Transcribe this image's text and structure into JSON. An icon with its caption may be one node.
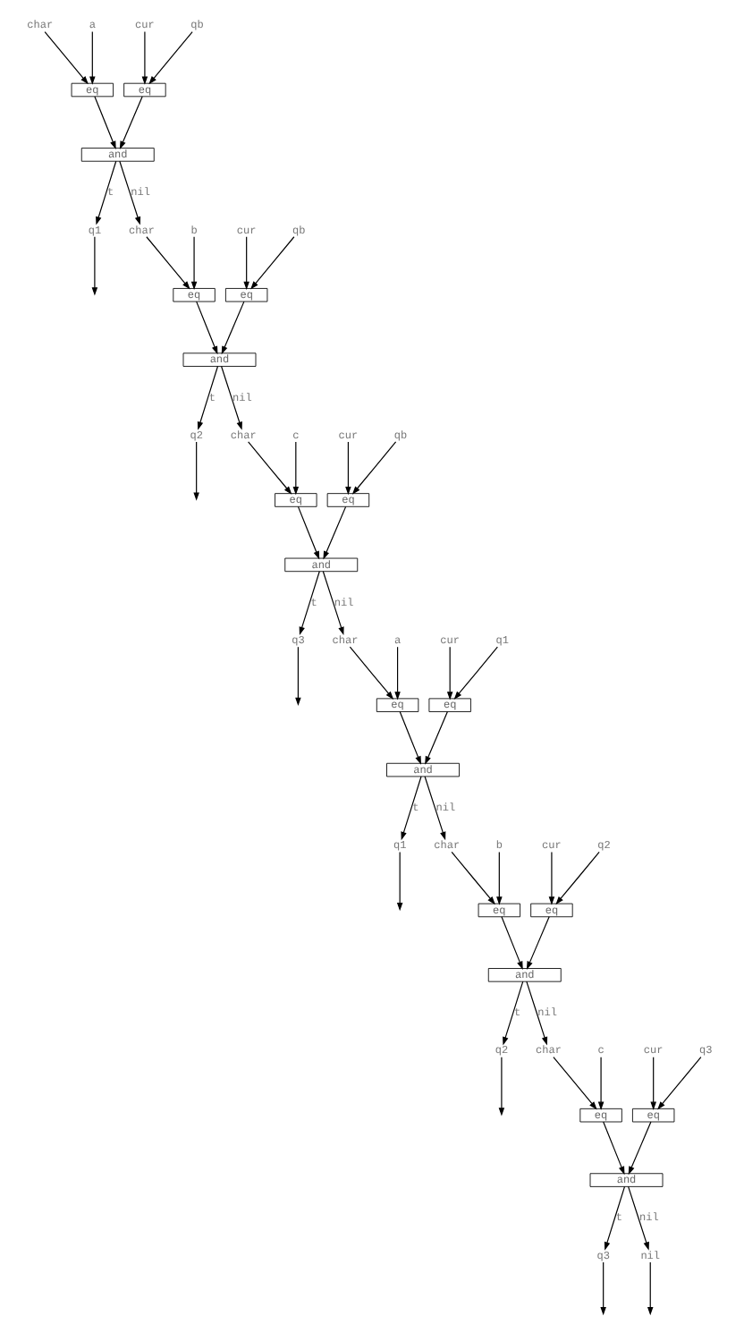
{
  "diagram": {
    "nodes": [
      {
        "text": [
          "char"
        ]
      },
      {
        "text": [
          "a"
        ]
      },
      {
        "text": [
          "cur"
        ]
      },
      {
        "text": [
          "qb"
        ]
      },
      {
        "text": [
          "eq"
        ]
      },
      {
        "text": [
          "eq"
        ]
      },
      {
        "text": [
          "and"
        ]
      },
      {
        "text": [
          "q1"
        ]
      },
      {
        "text": [
          "char"
        ]
      },
      {
        "text": [
          "b"
        ]
      },
      {
        "text": [
          "cur"
        ]
      },
      {
        "text": [
          "qb"
        ]
      },
      {
        "text": [
          "eq"
        ]
      },
      {
        "text": [
          "eq"
        ]
      },
      {
        "text": [
          "and"
        ]
      },
      {
        "text": [
          "q2"
        ]
      },
      {
        "text": [
          "char"
        ]
      },
      {
        "text": [
          "c"
        ]
      },
      {
        "text": [
          "cur"
        ]
      },
      {
        "text": [
          "qb"
        ]
      },
      {
        "text": [
          "eq"
        ]
      },
      {
        "text": [
          "eq"
        ]
      },
      {
        "text": [
          "and"
        ]
      },
      {
        "text": [
          "q3"
        ]
      },
      {
        "text": [
          "char"
        ]
      },
      {
        "text": [
          "a"
        ]
      },
      {
        "text": [
          "cur"
        ]
      },
      {
        "text": [
          "q1"
        ]
      },
      {
        "text": [
          "eq"
        ]
      },
      {
        "text": [
          "eq"
        ]
      },
      {
        "text": [
          "and"
        ]
      },
      {
        "text": [
          "q1"
        ]
      },
      {
        "text": [
          "char"
        ]
      },
      {
        "text": [
          "b"
        ]
      },
      {
        "text": [
          "cur"
        ]
      },
      {
        "text": [
          "q2"
        ]
      },
      {
        "text": [
          "eq"
        ]
      },
      {
        "text": [
          "eq"
        ]
      },
      {
        "text": [
          "and"
        ]
      },
      {
        "text": [
          "q2"
        ]
      },
      {
        "text": [
          "char"
        ]
      },
      {
        "text": [
          "c"
        ]
      },
      {
        "text": [
          "cur"
        ]
      },
      {
        "text": [
          "q3"
        ]
      },
      {
        "text": [
          "eq"
        ]
      },
      {
        "text": [
          "eq"
        ]
      },
      {
        "text": [
          "and"
        ]
      },
      {
        "text": [
          "q3"
        ]
      },
      {
        "text": [
          "nil"
        ]
      }
    ],
    "edges": [
      {
        "from": 0,
        "to": 4,
        "arrow": "to"
      },
      {
        "from": 1,
        "to": 4,
        "arrow": "to"
      },
      {
        "from": 2,
        "to": 5,
        "arrow": "to"
      },
      {
        "from": 3,
        "to": 5,
        "arrow": "to"
      },
      {
        "from": 4,
        "to": 6,
        "arrow": "to"
      },
      {
        "from": 5,
        "to": 6,
        "arrow": "to"
      },
      {
        "from": 6,
        "to": 7,
        "arrow": "to",
        "label": "t"
      },
      {
        "from": 7,
        "to": null,
        "arrow": "to"
      },
      {
        "from": 6,
        "to": 8,
        "arrow": "to",
        "label": "nil"
      },
      {
        "from": 8,
        "to": 12,
        "arrow": "to"
      },
      {
        "from": 9,
        "to": 12,
        "arrow": "to"
      },
      {
        "from": 10,
        "to": 13,
        "arrow": "to"
      },
      {
        "from": 11,
        "to": 13,
        "arrow": "to"
      },
      {
        "from": 12,
        "to": 14,
        "arrow": "to"
      },
      {
        "from": 13,
        "to": 14,
        "arrow": "to"
      },
      {
        "from": 14,
        "to": 15,
        "arrow": "to",
        "label": "t"
      },
      {
        "from": 15,
        "to": null,
        "arrow": "to"
      },
      {
        "from": 14,
        "to": 16,
        "arrow": "to",
        "label": "nil"
      },
      {
        "from": 16,
        "to": 20,
        "arrow": "to"
      },
      {
        "from": 17,
        "to": 20,
        "arrow": "to"
      },
      {
        "from": 18,
        "to": 21,
        "arrow": "to"
      },
      {
        "from": 19,
        "to": 21,
        "arrow": "to"
      },
      {
        "from": 20,
        "to": 22,
        "arrow": "to"
      },
      {
        "from": 21,
        "to": 22,
        "arrow": "to"
      },
      {
        "from": 22,
        "to": 23,
        "arrow": "to",
        "label": "t"
      },
      {
        "from": 23,
        "to": null,
        "arrow": "to"
      },
      {
        "from": 22,
        "to": 24,
        "arrow": "to",
        "label": "nil"
      },
      {
        "from": 24,
        "to": 28,
        "arrow": "to"
      },
      {
        "from": 25,
        "to": 28,
        "arrow": "to"
      },
      {
        "from": 26,
        "to": 29,
        "arrow": "to"
      },
      {
        "from": 27,
        "to": 29,
        "arrow": "to"
      },
      {
        "from": 28,
        "to": 30,
        "arrow": "to"
      },
      {
        "from": 29,
        "to": 30,
        "arrow": "to"
      },
      {
        "from": 30,
        "to": 31,
        "arrow": "to",
        "label": "t"
      },
      {
        "from": 31,
        "to": null,
        "arrow": "to"
      },
      {
        "from": 30,
        "to": 32,
        "arrow": "to",
        "label": "nil"
      },
      {
        "from": 32,
        "to": 36,
        "arrow": "to"
      },
      {
        "from": 33,
        "to": 36,
        "arrow": "to"
      },
      {
        "from": 34,
        "to": 37,
        "arrow": "to"
      },
      {
        "from": 35,
        "to": 37,
        "arrow": "to"
      },
      {
        "from": 36,
        "to": 38,
        "arrow": "to"
      },
      {
        "from": 37,
        "to": 38,
        "arrow": "to"
      },
      {
        "from": 38,
        "to": 39,
        "arrow": "to",
        "label": "t"
      },
      {
        "from": 39,
        "to": null,
        "arrow": "to"
      },
      {
        "from": 38,
        "to": 40,
        "arrow": "to",
        "label": "nil"
      },
      {
        "from": 40,
        "to": 44,
        "arrow": "to"
      },
      {
        "from": 41,
        "to": 44,
        "arrow": "to"
      },
      {
        "from": 42,
        "to": 45,
        "arrow": "to"
      },
      {
        "from": 43,
        "to": 45,
        "arrow": "to"
      },
      {
        "from": 44,
        "to": 46,
        "arrow": "to"
      },
      {
        "from": 45,
        "to": 46,
        "arrow": "to"
      },
      {
        "from": 46,
        "to": 47,
        "arrow": "to",
        "label": "t"
      },
      {
        "from": 47,
        "to": null,
        "arrow": "to"
      },
      {
        "from": 46,
        "to": 48,
        "arrow": "to",
        "label": "nil"
      },
      {
        "from": 48,
        "to": null,
        "arrow": "to"
      }
    ]
  }
}
